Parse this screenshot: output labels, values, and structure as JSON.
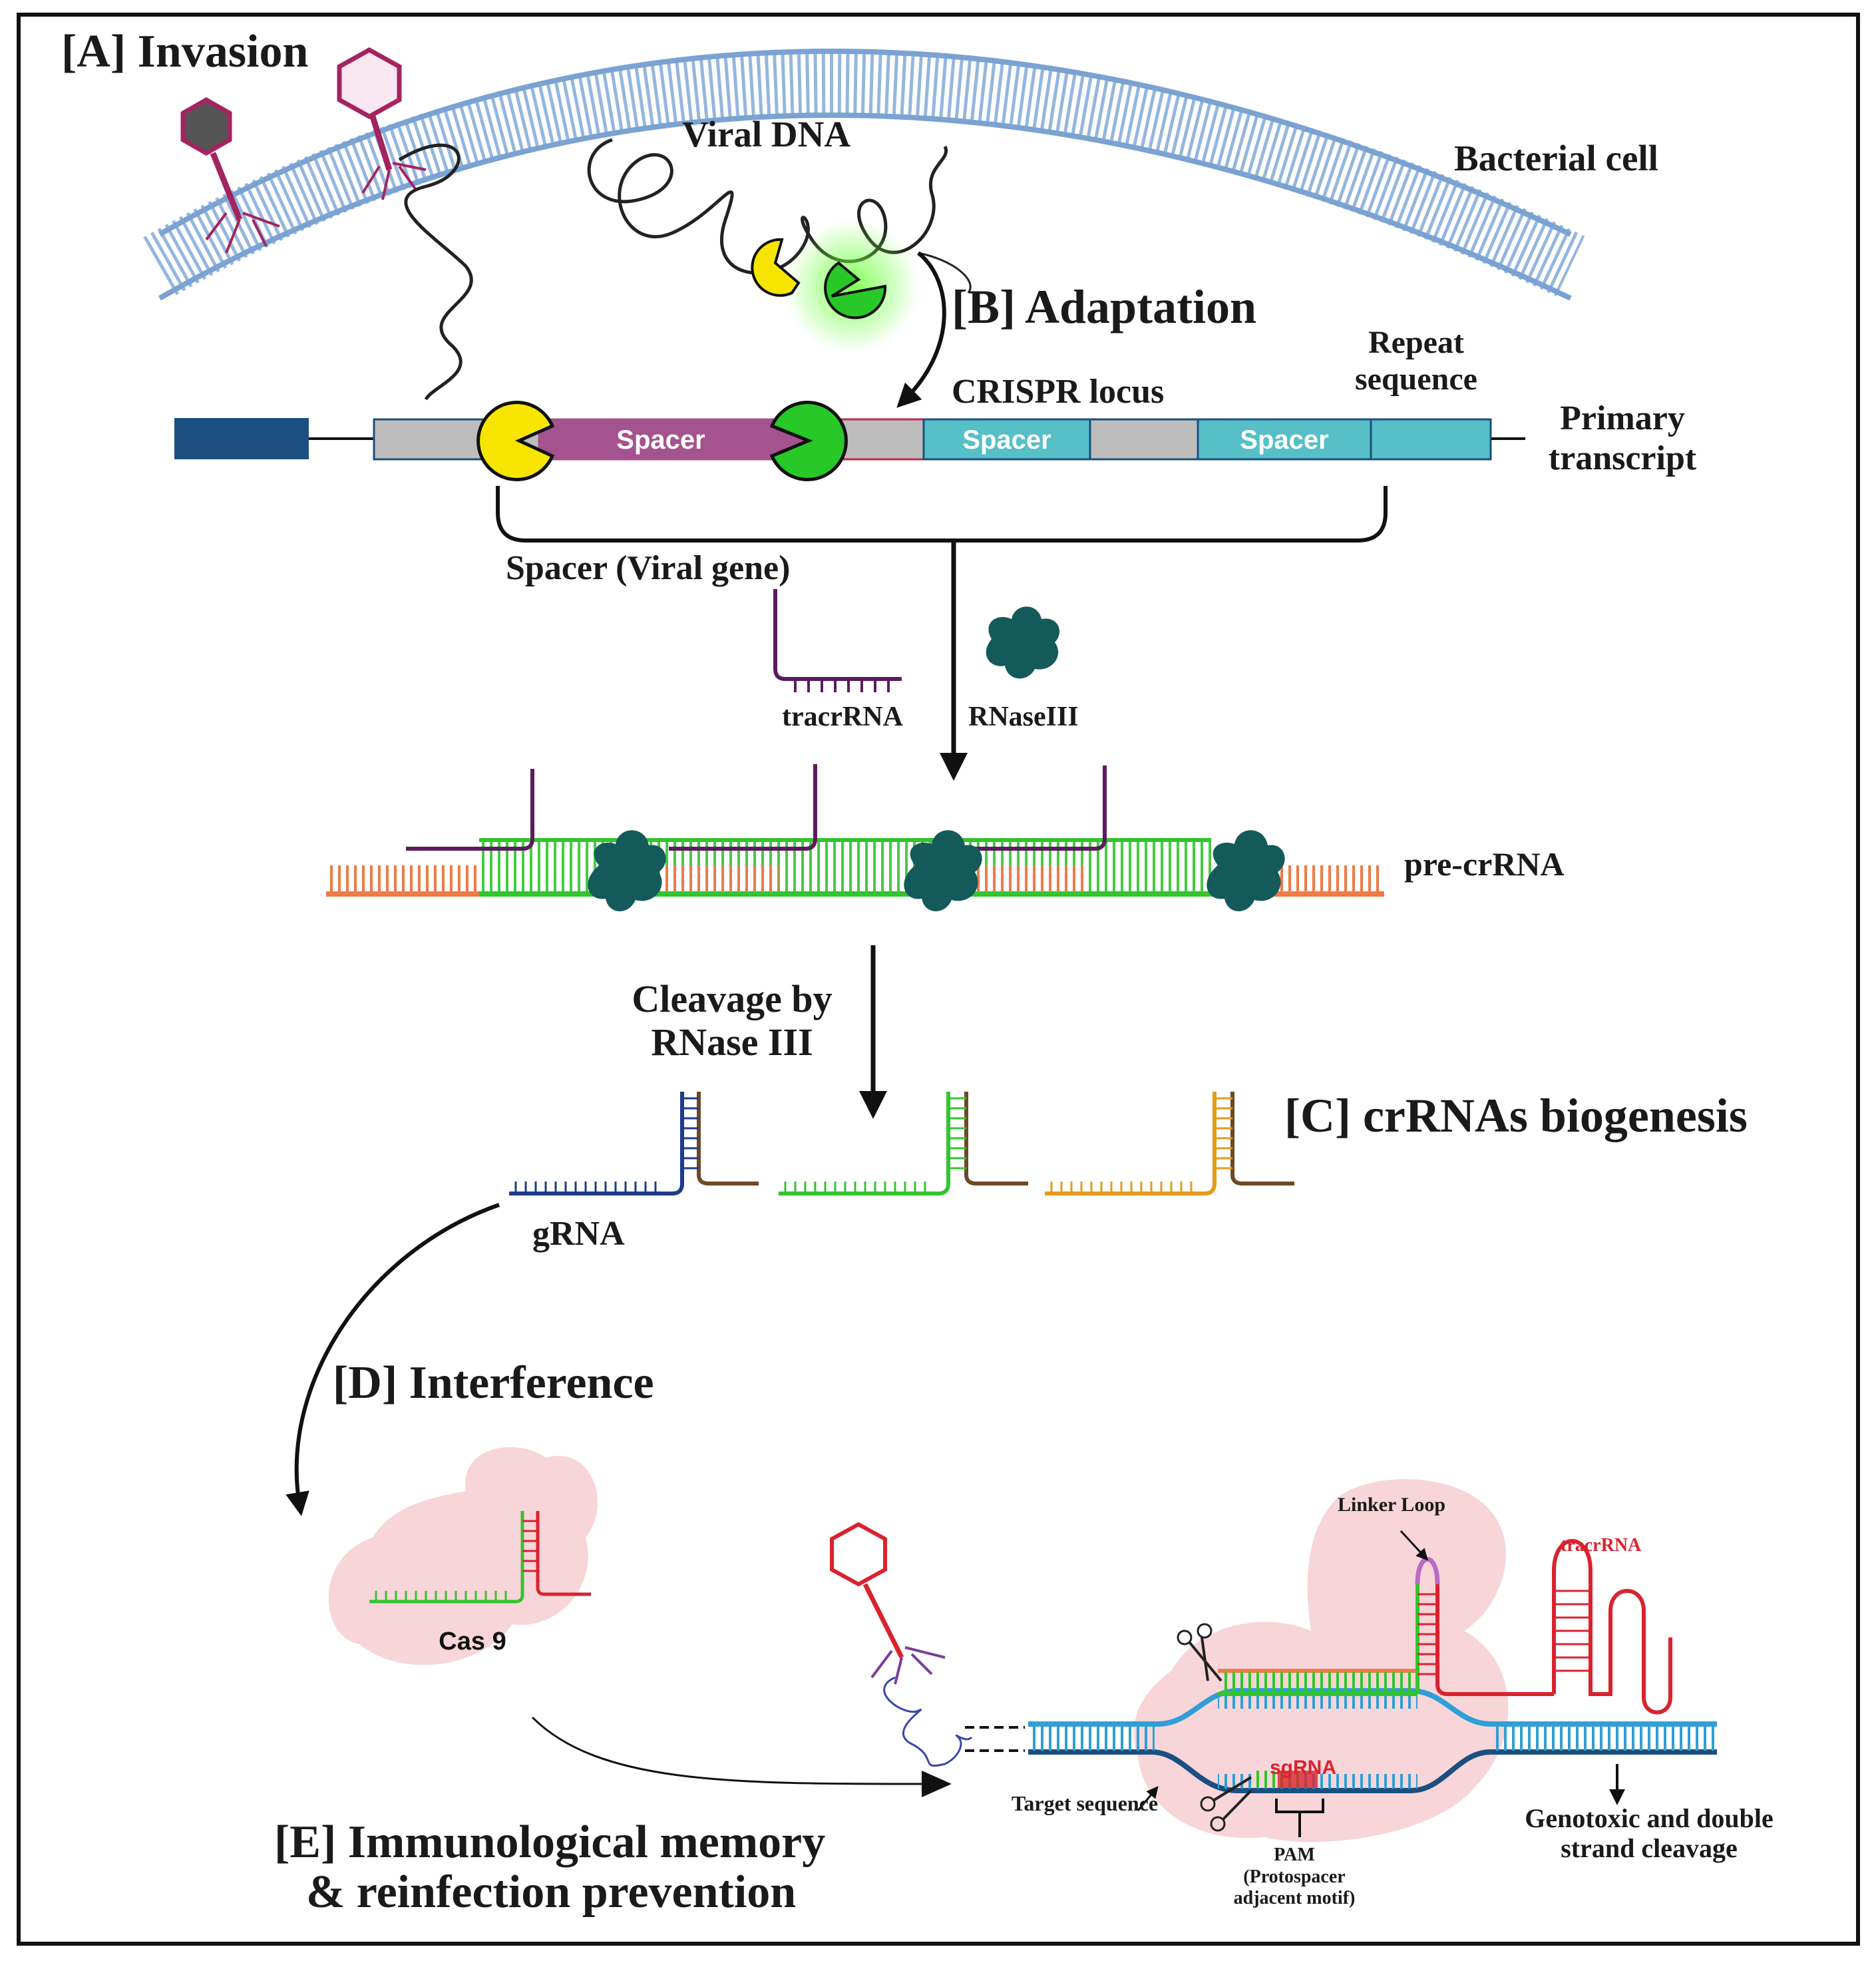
{
  "sections": {
    "invasion": "[A] Invasion",
    "adaptation": "[B] Adaptation",
    "biogenesis": "[C] crRNAs biogenesis",
    "interference": "[D] Interference",
    "memory_line1": "[E] Immunological memory",
    "memory_line2": "& reinfection prevention"
  },
  "labels": {
    "viral_dna": "Viral DNA",
    "bacterial_cell": "Bacterial cell",
    "repeat_line1": "Repeat",
    "repeat_line2": "sequence",
    "crispr_locus": "CRISPR locus",
    "primary_line1": "Primary",
    "primary_line2": "transcript",
    "spacer_viral": "Spacer (Viral gene)",
    "tracr": "tracrRNA",
    "rnase3": "RNaseIII",
    "pre_crrna": "pre-crRNA",
    "cleavage_line1": "Cleavage by",
    "cleavage_line2": "RNase III",
    "grna": "gRNA",
    "cas9": "Cas 9",
    "linker_loop": "Linker Loop",
    "tracr_red": "tracrRNA",
    "sgrna": "sgRNA",
    "target_seq": "Target sequence",
    "pam_line1": "PAM",
    "pam_line2": "(Protospacer",
    "pam_line3": "adjacent motif)",
    "genotoxic_line1": "Genotoxic and double",
    "genotoxic_line2": "strand cleavage"
  },
  "spacers": [
    "Spacer",
    "Spacer",
    "Spacer"
  ],
  "colors": {
    "membrane": "#8fb3dc",
    "phage": "#a3245f",
    "purple_spacer": "#a4538f",
    "teal_spacer": "#56bfc7",
    "grey_repeat": "#bdbdbd",
    "dark_blue": "#1b4f80",
    "green": "#33c52d",
    "orange": "#ef7a45",
    "rnase": "#145a5a",
    "red": "#d9232e",
    "cas9_blob": "#f7d3d6"
  },
  "icons": [
    "phage-icon",
    "rnase-iii-icon",
    "scissors-icon",
    "cas9-blob-icon"
  ]
}
